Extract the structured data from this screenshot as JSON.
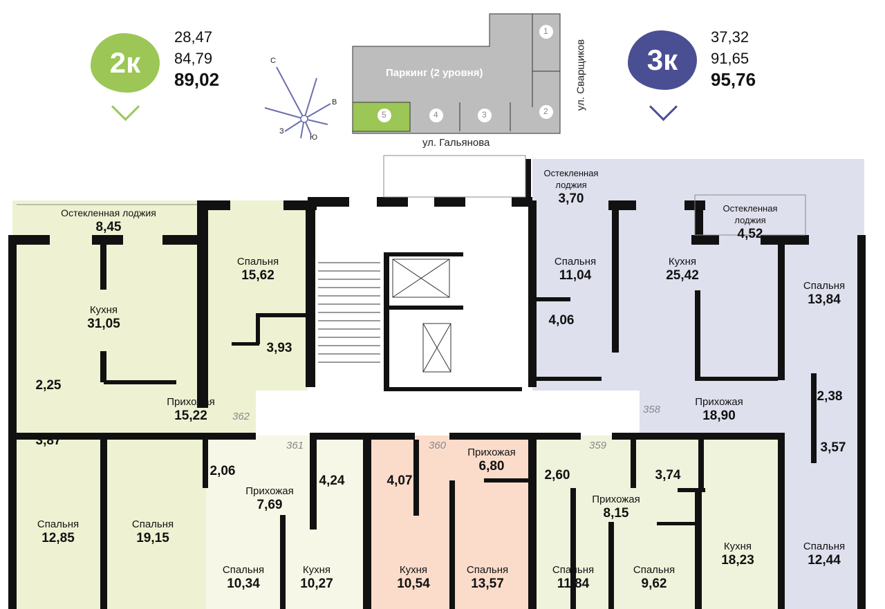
{
  "apartments_summary": [
    {
      "type": "2к",
      "living": "28,47",
      "area": "84,79",
      "total": "89,02",
      "color": "#9cc655"
    },
    {
      "type": "3к",
      "living": "37,32",
      "area": "91,65",
      "total": "95,76",
      "color": "#4a4f94"
    }
  ],
  "compass": {
    "n": "С",
    "e": "В",
    "w": "З",
    "s": "Ю"
  },
  "site_map": {
    "parking": "Паркинг (2 уровня)",
    "sections": [
      "1",
      "2",
      "3",
      "4",
      "5"
    ],
    "active_section": "5",
    "street_bottom": "ул. Гальянова",
    "street_right": "ул. Сварщиков"
  },
  "apartment_numbers": [
    "362",
    "361",
    "360",
    "359",
    "358"
  ],
  "rooms": [
    {
      "name": "Остекленная лоджия",
      "area": "8,45"
    },
    {
      "name": "Кухня",
      "area": "31,05"
    },
    {
      "name": "Спальня",
      "area": "15,62"
    },
    {
      "name": "",
      "area": "3,93"
    },
    {
      "name": "",
      "area": "2,25"
    },
    {
      "name": "",
      "area": "3,87"
    },
    {
      "name": "Прихожая",
      "area": "15,22"
    },
    {
      "name": "Спальня",
      "area": "12,85"
    },
    {
      "name": "Спальня",
      "area": "19,15"
    },
    {
      "name": "",
      "area": "2,06"
    },
    {
      "name": "Прихожая",
      "area": "7,69"
    },
    {
      "name": "",
      "area": "4,24"
    },
    {
      "name": "Спальня",
      "area": "10,34"
    },
    {
      "name": "Кухня",
      "area": "10,27"
    },
    {
      "name": "",
      "area": "4,07"
    },
    {
      "name": "Прихожая",
      "area": "6,80"
    },
    {
      "name": "Кухня",
      "area": "10,54"
    },
    {
      "name": "Спальня",
      "area": "13,57"
    },
    {
      "name": "Остекленная лоджия",
      "area": "3,70"
    },
    {
      "name": "Спальня",
      "area": "11,04"
    },
    {
      "name": "",
      "area": "4,06"
    },
    {
      "name": "Кухня",
      "area": "25,42"
    },
    {
      "name": "Остекленная лоджия",
      "area": "4,52"
    },
    {
      "name": "Спальня",
      "area": "13,84"
    },
    {
      "name": "Прихожая",
      "area": "18,90"
    },
    {
      "name": "",
      "area": "2,38"
    },
    {
      "name": "",
      "area": "3,57"
    },
    {
      "name": "Спальня",
      "area": "12,44"
    },
    {
      "name": "",
      "area": "2,60"
    },
    {
      "name": "",
      "area": "3,74"
    },
    {
      "name": "Прихожая",
      "area": "8,15"
    },
    {
      "name": "Кухня",
      "area": "18,23"
    },
    {
      "name": "Спальня",
      "area": "11,84"
    },
    {
      "name": "Спальня",
      "area": "9,62"
    }
  ]
}
